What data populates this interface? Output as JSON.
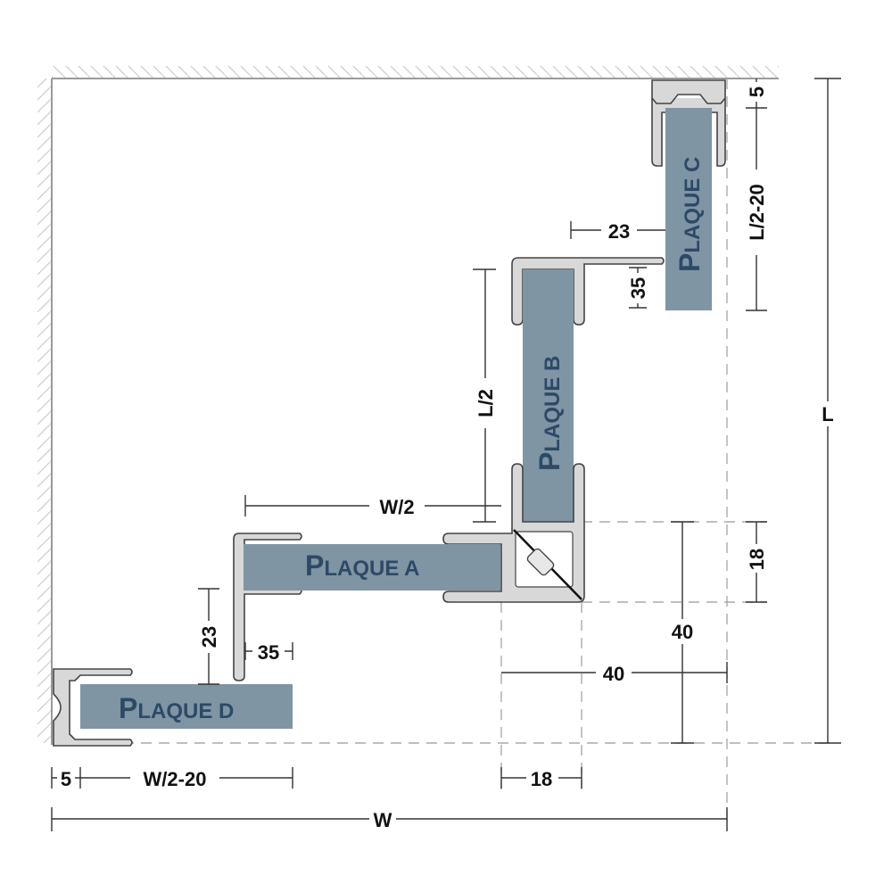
{
  "colors": {
    "plaque_fill": "#7f95a4",
    "plaque_label": "#2c4a66",
    "profile_fill": "#d8d8d8",
    "profile_stroke": "#444444",
    "wall_line": "#9a9a9a",
    "hatch": "#cccccc",
    "dim_line": "#333333",
    "dashed": "#aaaaaa"
  },
  "plaques": [
    {
      "id": "A",
      "prefix": "P",
      "rest": "LAQUE A"
    },
    {
      "id": "B",
      "prefix": "P",
      "rest": "LAQUE B"
    },
    {
      "id": "C",
      "prefix": "P",
      "rest": "LAQUE C"
    },
    {
      "id": "D",
      "prefix": "P",
      "rest": "LAQUE D"
    }
  ],
  "dimensions": {
    "W": "W",
    "L": "L",
    "W_half": "W/2",
    "L_half": "L/2",
    "W_half_minus_20": "W/2-20",
    "L_half_minus_20": "L/2-20",
    "offset_5_bottom": "5",
    "offset_5_right": "5",
    "corner_18_bottom": "18",
    "corner_18_right": "18",
    "corner_40_h": "40",
    "corner_40_v": "40",
    "gap_23_top": "23",
    "gap_23_left": "23",
    "gap_35_top": "35",
    "gap_35_left": "35"
  }
}
